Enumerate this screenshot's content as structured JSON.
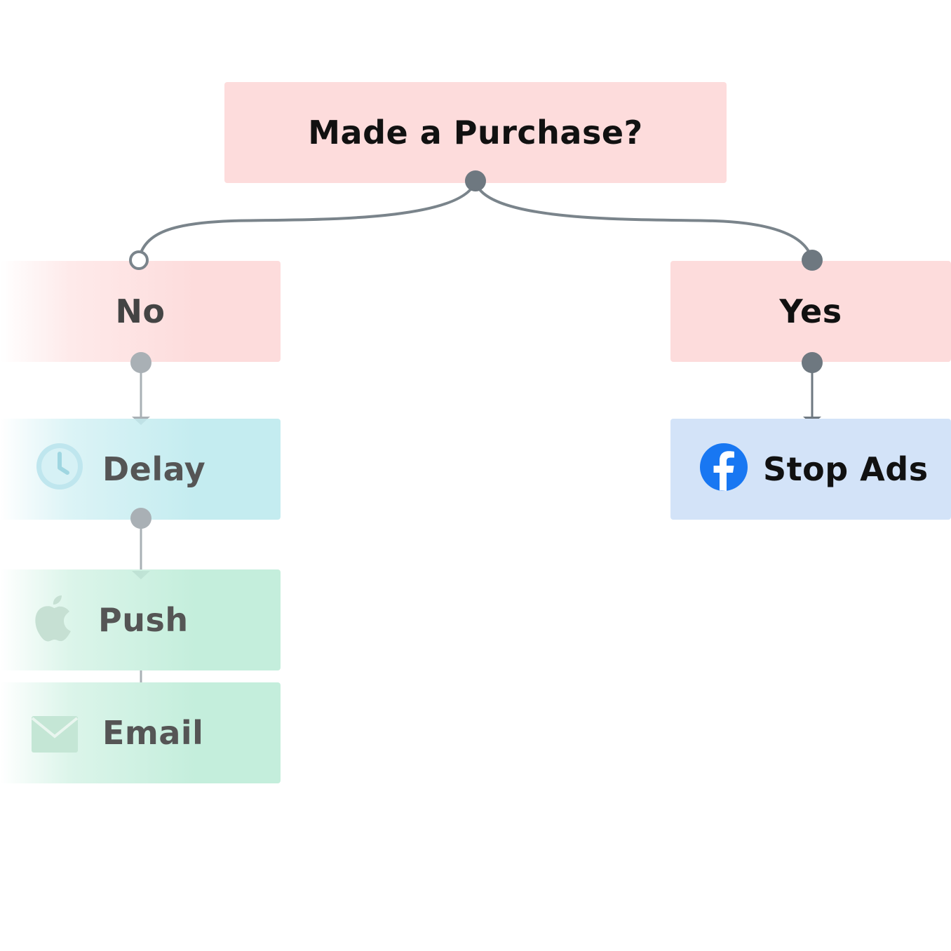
{
  "diagram": {
    "question": "Made a Purchase?",
    "branch_no": "No",
    "branch_yes": "Yes",
    "no_steps": [
      "Delay",
      "Push",
      "Email"
    ],
    "yes_steps": [
      "Stop Ads"
    ]
  },
  "icons": {
    "delay": "clock-icon",
    "stop_ads": "facebook-icon",
    "push": "apple-icon",
    "email": "mail-icon"
  },
  "colors": {
    "decision": "#fddcdc",
    "delay": "#c4ecf0",
    "push_email": "#c4eedc",
    "ads": "#d3e3f8",
    "connector": "#6e7880",
    "facebook": "#1877f2"
  }
}
